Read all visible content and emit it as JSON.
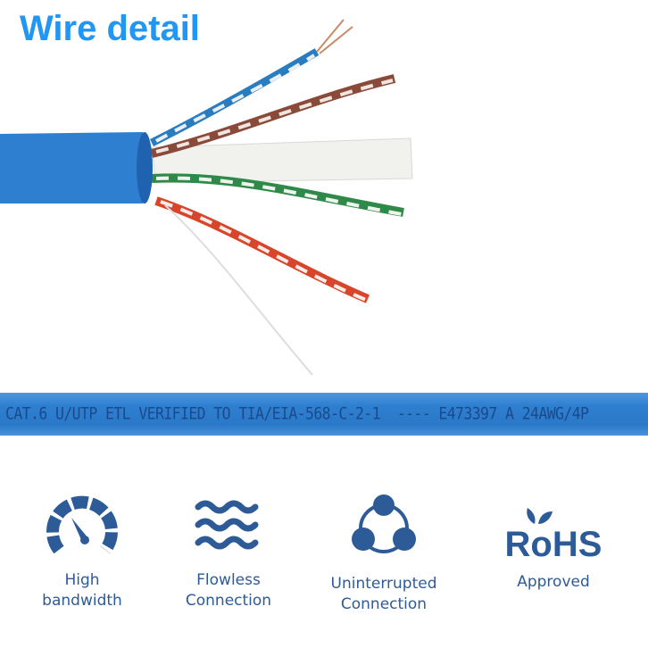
{
  "title": "Wire detail",
  "cable_marking": "CAT.6 U/UTP ETL VERIFIED TO TIA/EIA-568-C-2-1  ---- E473397 A 24AWG/4P",
  "features": [
    {
      "icon": "speedometer-icon",
      "line1": "High",
      "line2": "bandwidth"
    },
    {
      "icon": "waves-icon",
      "line1": "Flowless",
      "line2": "Connection"
    },
    {
      "icon": "network-nodes-icon",
      "line1": "Uninterrupted",
      "line2": "Connection"
    },
    {
      "icon": "rohs-logo",
      "logo_text": "RoHS",
      "line1": "Approved"
    }
  ],
  "colors": {
    "title": "#2196f3",
    "jacket": "#2f7fd0",
    "icon": "#2d5b98"
  }
}
